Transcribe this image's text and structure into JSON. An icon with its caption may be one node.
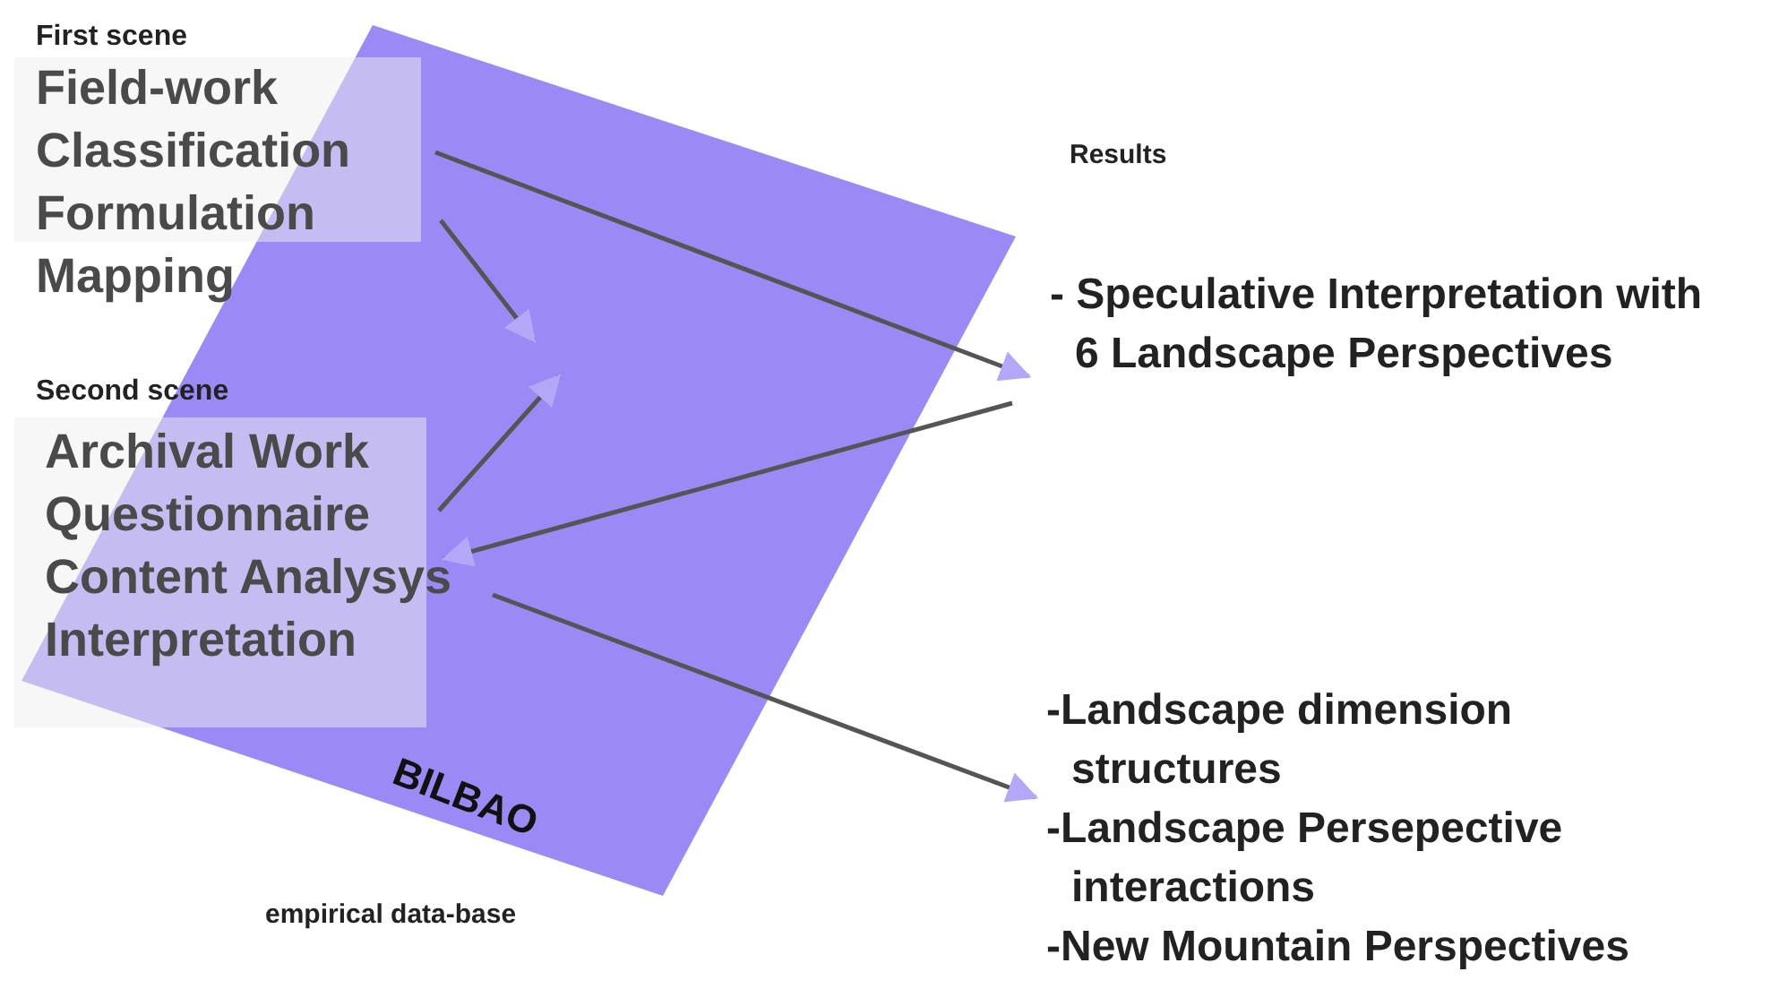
{
  "diagram": {
    "nodes": [
      {
        "text": [
          "First scene",
          "Field-work",
          "Classification",
          "Formulation",
          "Mapping"
        ]
      },
      {
        "text": [
          "Second scene",
          "Archival Work",
          "Questionnaire",
          "Content Analysys",
          "Interpretation"
        ]
      },
      {
        "text": [
          "- Speculative Interpretation with 6 Landscape Perspectives"
        ]
      },
      {
        "text": [
          "-Landscape dimension structures",
          "-Landscape Persepective interactions",
          "-New Mountain Perspectives"
        ]
      }
    ],
    "edges": [
      {
        "from": 0,
        "to": 2,
        "arrow": "to"
      },
      {
        "from": 0,
        "to": null,
        "arrow": "to"
      },
      {
        "from": 1,
        "to": null,
        "arrow": "to"
      },
      {
        "from": 2,
        "to": 1,
        "arrow": "to"
      },
      {
        "from": 1,
        "to": 3,
        "arrow": "to"
      }
    ],
    "labels": [
      "Results",
      "BILBAO",
      "empirical data-base"
    ]
  }
}
